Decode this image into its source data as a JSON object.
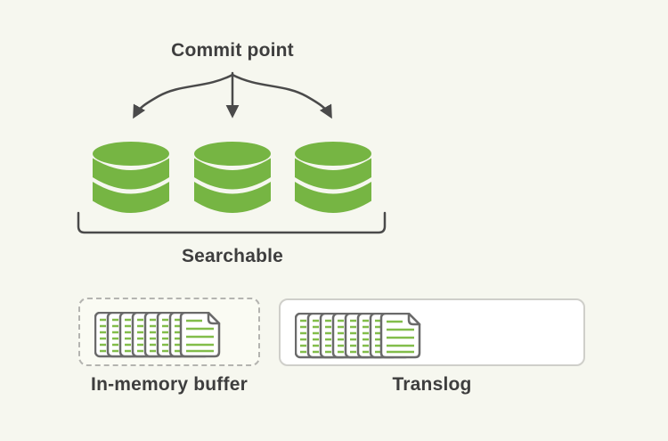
{
  "labels": {
    "commit_point": "Commit point",
    "searchable": "Searchable",
    "in_memory_buffer": "In-memory buffer",
    "translog": "Translog"
  },
  "colors": {
    "background": "#f6f7ef",
    "ink": "#3e3e3e",
    "line": "#4a4a4a",
    "green": "#76b543",
    "line-green": "#82bd4a",
    "page-stroke": "#6a6a6a",
    "box-dash-border": "#b4b4b0",
    "box-solid-border": "#cfcfca",
    "box-fill": "#ffffff",
    "dashed-box-fill": "#fafbf3"
  },
  "icons": {
    "segment": {
      "name": "database-cylinder-icon",
      "count": 3
    },
    "documents": {
      "name": "document-stack-icon",
      "pages": 8
    },
    "arrows": {
      "name": "branching-arrows",
      "branches": 3
    },
    "bracket": {
      "name": "grouping-bracket"
    }
  }
}
